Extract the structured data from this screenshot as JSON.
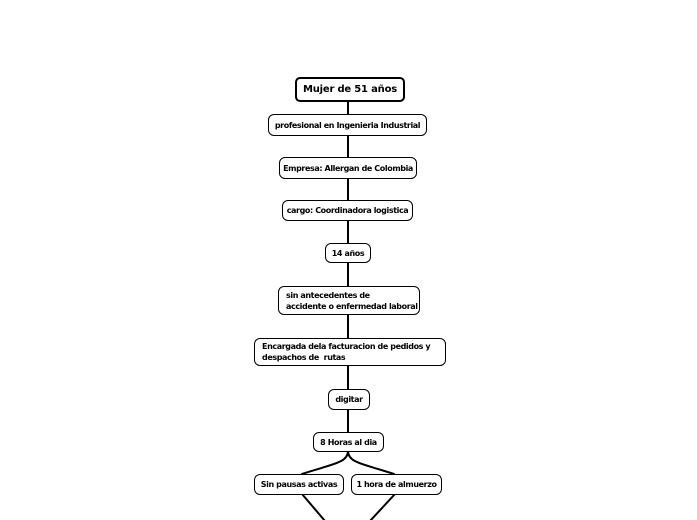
{
  "canvas": {
    "background": "#ffffff",
    "line_color": "#000000",
    "node_border_color": "#000000",
    "node_fill_color": "#ffffff",
    "text_color": "#000000"
  },
  "mindmap": {
    "nodes": [
      {
        "id": "root",
        "label": "Mujer de 51 años"
      },
      {
        "id": "profession",
        "label": "profesional en Ingenieria Industrial"
      },
      {
        "id": "company",
        "label": "Empresa: Allergan de Colombia"
      },
      {
        "id": "role",
        "label": "cargo: Coordinadora logistica"
      },
      {
        "id": "tenure",
        "label": "14 años"
      },
      {
        "id": "history",
        "label": "sin antecedentes de\naccidente o enfermedad laboral"
      },
      {
        "id": "duties",
        "label": "Encargada dela facturacion de pedidos y\ndespachos de  rutas"
      },
      {
        "id": "task",
        "label": "digitar"
      },
      {
        "id": "hours",
        "label": "8 Horas al dia"
      },
      {
        "id": "no-breaks",
        "label": "Sin pausas activas"
      },
      {
        "id": "lunch",
        "label": "1 hora de almuerzo"
      }
    ]
  }
}
